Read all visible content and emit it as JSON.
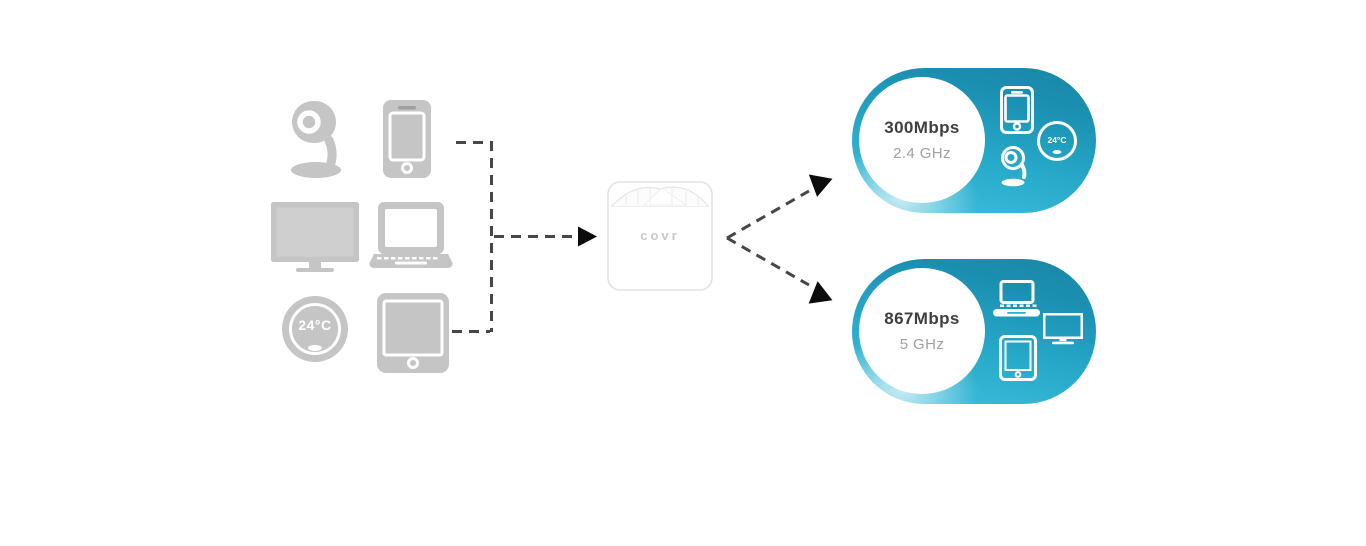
{
  "router": {
    "label": "covr"
  },
  "thermostat": {
    "reading": "24°C"
  },
  "bands": {
    "band24": {
      "speed": "300Mbps",
      "frequency": "2.4 GHz"
    },
    "band5": {
      "speed": "867Mbps",
      "frequency": "5 GHz"
    }
  },
  "icons": {
    "left_devices": [
      "camera-icon",
      "smartphone-icon",
      "tv-icon",
      "laptop-icon",
      "thermostat-icon",
      "tablet-icon"
    ],
    "band24_devices": [
      "smartphone-icon",
      "thermostat-icon",
      "camera-icon"
    ],
    "band5_devices": [
      "laptop-icon",
      "monitor-icon",
      "tablet-icon"
    ]
  },
  "colors": {
    "device_gray": "#c5c5c5",
    "teal_dark": "#1b86a6",
    "teal_mid": "#28abcb",
    "teal_light": "#a9e4f2",
    "connector_dash": "#474747",
    "arrowhead": "#0c0c0c",
    "speed_text": "#3f3f3f",
    "frequency_text": "#9fa1a2",
    "router_logo": "#c6c9cb",
    "background": "#ffffff"
  }
}
